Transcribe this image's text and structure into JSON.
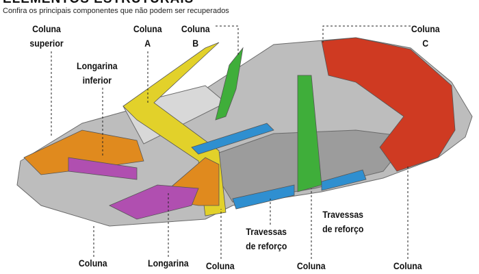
{
  "header": {
    "title": "ELEMENTOS ESTRUTURAIS",
    "subtitle": "Confira os principais componentes que não podem ser recuperados"
  },
  "labels": {
    "coluna_superior": [
      "Coluna",
      "superior"
    ],
    "longarina_inferior_top": [
      "Longarina",
      "inferior"
    ],
    "coluna_a": [
      "Coluna",
      "A"
    ],
    "coluna_b": [
      "Coluna",
      "B"
    ],
    "coluna_c": [
      "Coluna",
      "C"
    ],
    "travessas_1": [
      "Travessas",
      "de reforço"
    ],
    "travessas_2": [
      "Travessas",
      "de reforço"
    ],
    "bottom": [
      "Coluna",
      "Longarina",
      "Coluna",
      "Coluna",
      "Coluna"
    ]
  },
  "colors": {
    "frame": "#b8b8b8",
    "a_pillar": "#e2d12a",
    "b_pillar": "#3fae3a",
    "c_pillar": "#cf3a22",
    "front": "#e08a1e",
    "rail": "#b04fb0",
    "sill": "#2f8fd0"
  }
}
